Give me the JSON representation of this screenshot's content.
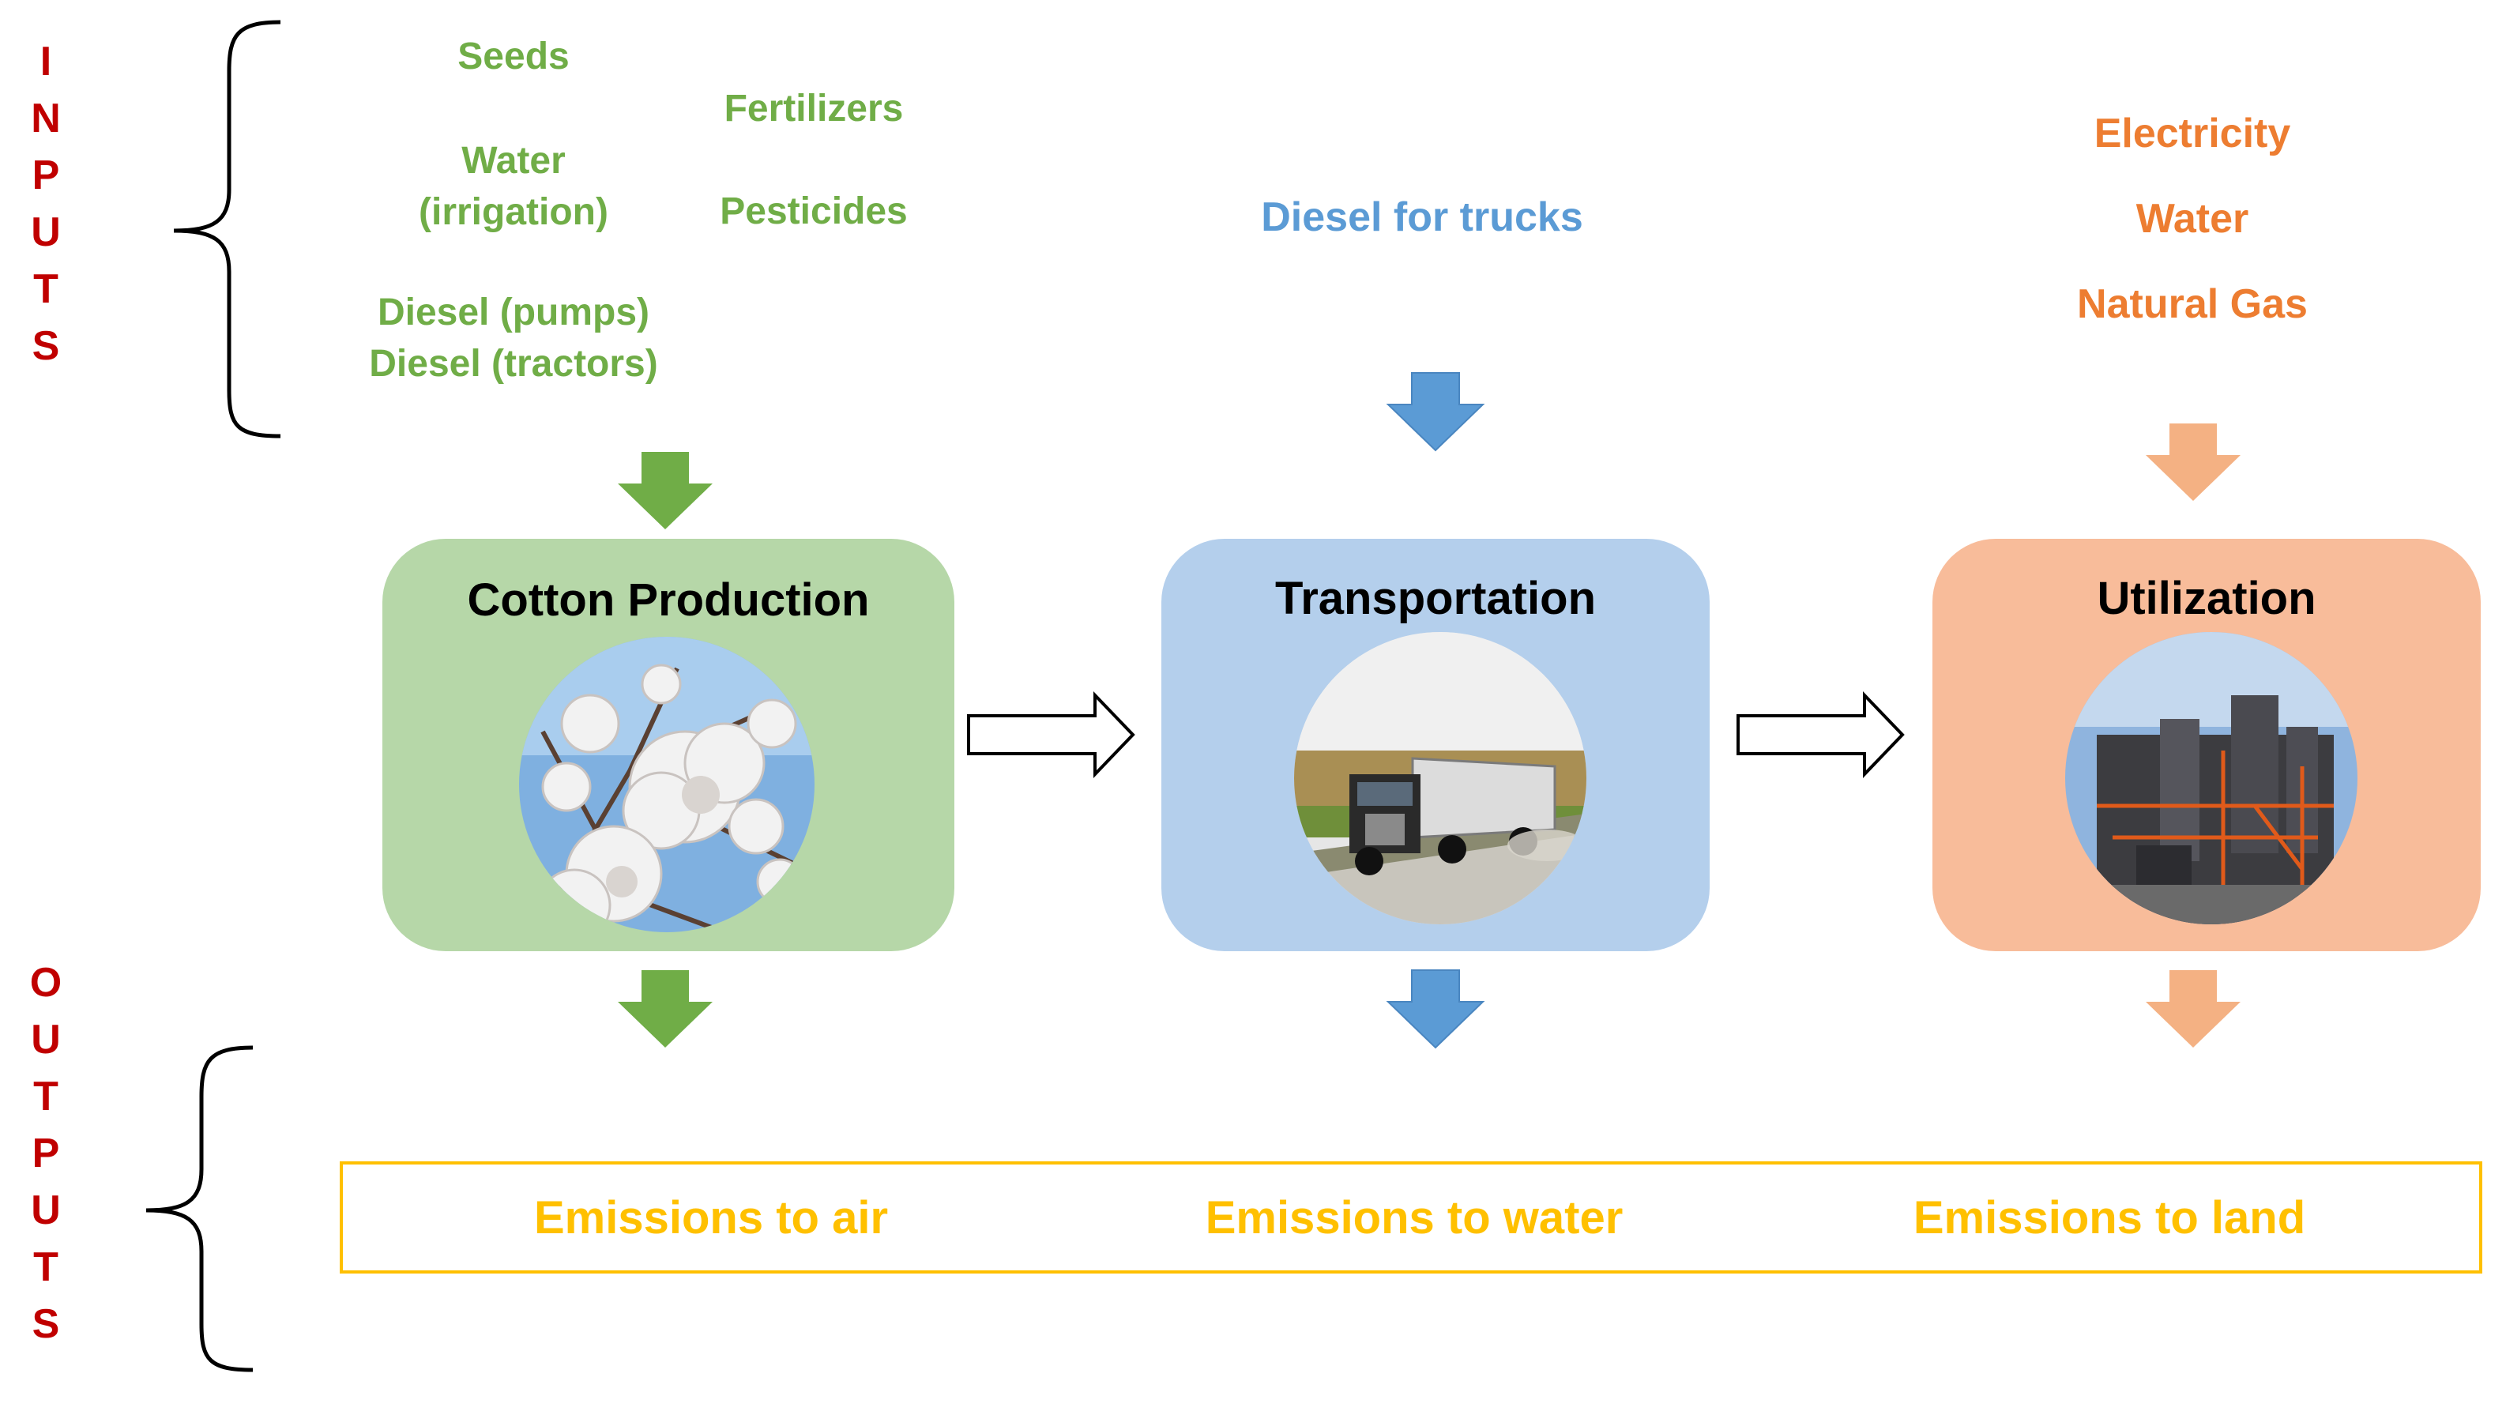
{
  "side_labels": {
    "inputs": [
      "I",
      "N",
      "P",
      "U",
      "T",
      "S"
    ],
    "outputs": [
      "O",
      "U",
      "T",
      "P",
      "U",
      "T",
      "S"
    ]
  },
  "inputs": {
    "cotton": {
      "seeds": "Seeds",
      "fertilizers": "Fertilizers",
      "water_line1": "Water",
      "water_line2": "(irrigation)",
      "pesticides": "Pesticides",
      "diesel_pumps": "Diesel (pumps)",
      "diesel_tractors": "Diesel (tractors)"
    },
    "transport": {
      "diesel": "Diesel for trucks"
    },
    "utilization": {
      "electricity": "Electricity",
      "water": "Water",
      "natural_gas": "Natural Gas"
    }
  },
  "stages": {
    "cotton": "Cotton Production",
    "transport": "Transportation",
    "utilization": "Utilization"
  },
  "outputs": {
    "air": "Emissions to air",
    "water": "Emissions to water",
    "land": "Emissions to land"
  },
  "colors": {
    "green": "#70ad47",
    "green_box": "#b6d7a8",
    "blue": "#5b9bd5",
    "blue_box": "#b4cfec",
    "orange": "#ed7d31",
    "orange_box": "#f8bc9a",
    "salmon_arrow": "#f4b183",
    "red_label": "#c00000",
    "gold": "#ffc000"
  }
}
